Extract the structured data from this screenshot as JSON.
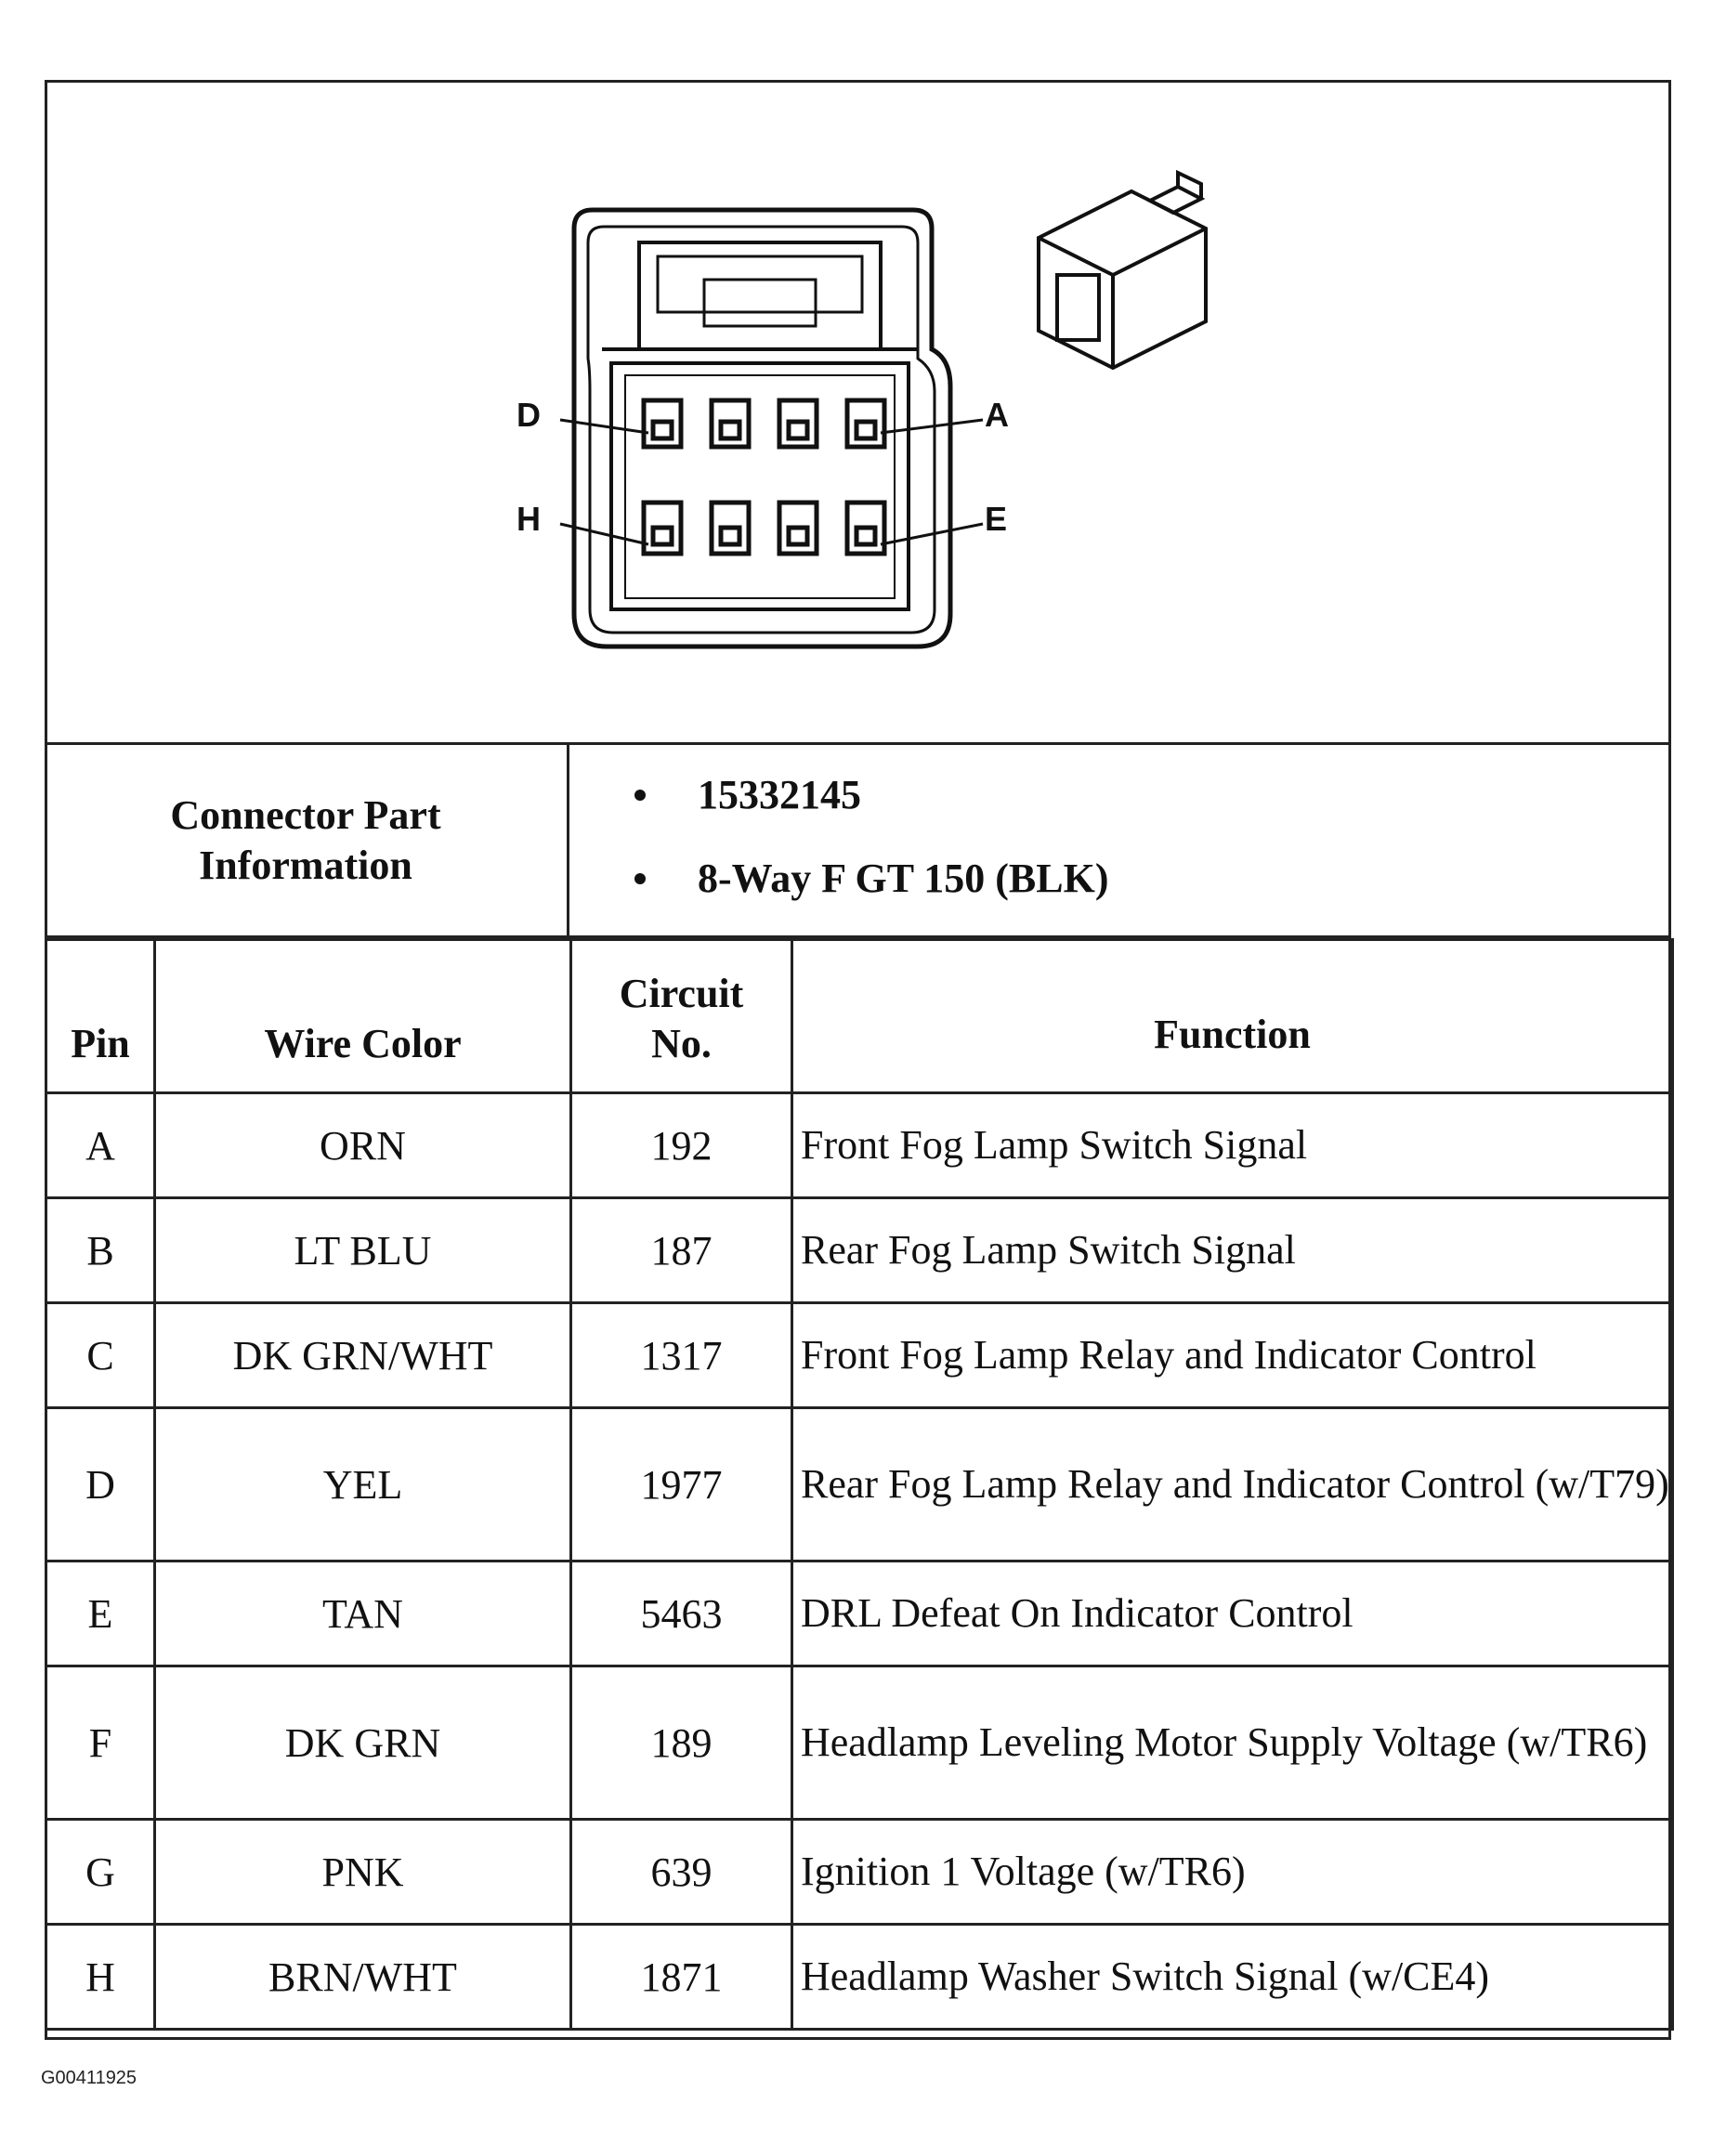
{
  "diagram": {
    "labels": {
      "top_left": "D",
      "top_right": "A",
      "bottom_left": "H",
      "bottom_right": "E"
    }
  },
  "connector_info": {
    "label_line1": "Connector Part",
    "label_line2": "Information",
    "items": [
      "15332145",
      "8-Way F GT 150 (BLK)"
    ]
  },
  "table": {
    "headers": {
      "pin": "Pin",
      "wire_color": "Wire Color",
      "circuit_line1": "Circuit",
      "circuit_line2": "No.",
      "function": "Function"
    },
    "rows": [
      {
        "pin": "A",
        "color": "ORN",
        "circuit": "192",
        "function": "Front Fog Lamp Switch Signal"
      },
      {
        "pin": "B",
        "color": "LT BLU",
        "circuit": "187",
        "function": "Rear Fog Lamp Switch Signal"
      },
      {
        "pin": "C",
        "color": "DK GRN/WHT",
        "circuit": "1317",
        "function": "Front Fog Lamp Relay and Indicator Control"
      },
      {
        "pin": "D",
        "color": "YEL",
        "circuit": "1977",
        "function": "Rear Fog Lamp Relay and Indicator Control (w/T79)"
      },
      {
        "pin": "E",
        "color": "TAN",
        "circuit": "5463",
        "function": "DRL Defeat On Indicator Control"
      },
      {
        "pin": "F",
        "color": "DK GRN",
        "circuit": "189",
        "function": "Headlamp Leveling Motor Supply Voltage (w/TR6)"
      },
      {
        "pin": "G",
        "color": "PNK",
        "circuit": "639",
        "function": "Ignition 1 Voltage (w/TR6)"
      },
      {
        "pin": "H",
        "color": "BRN/WHT",
        "circuit": "1871",
        "function": "Headlamp Washer Switch Signal (w/CE4)"
      }
    ]
  },
  "footer": {
    "code": "G00411925"
  }
}
